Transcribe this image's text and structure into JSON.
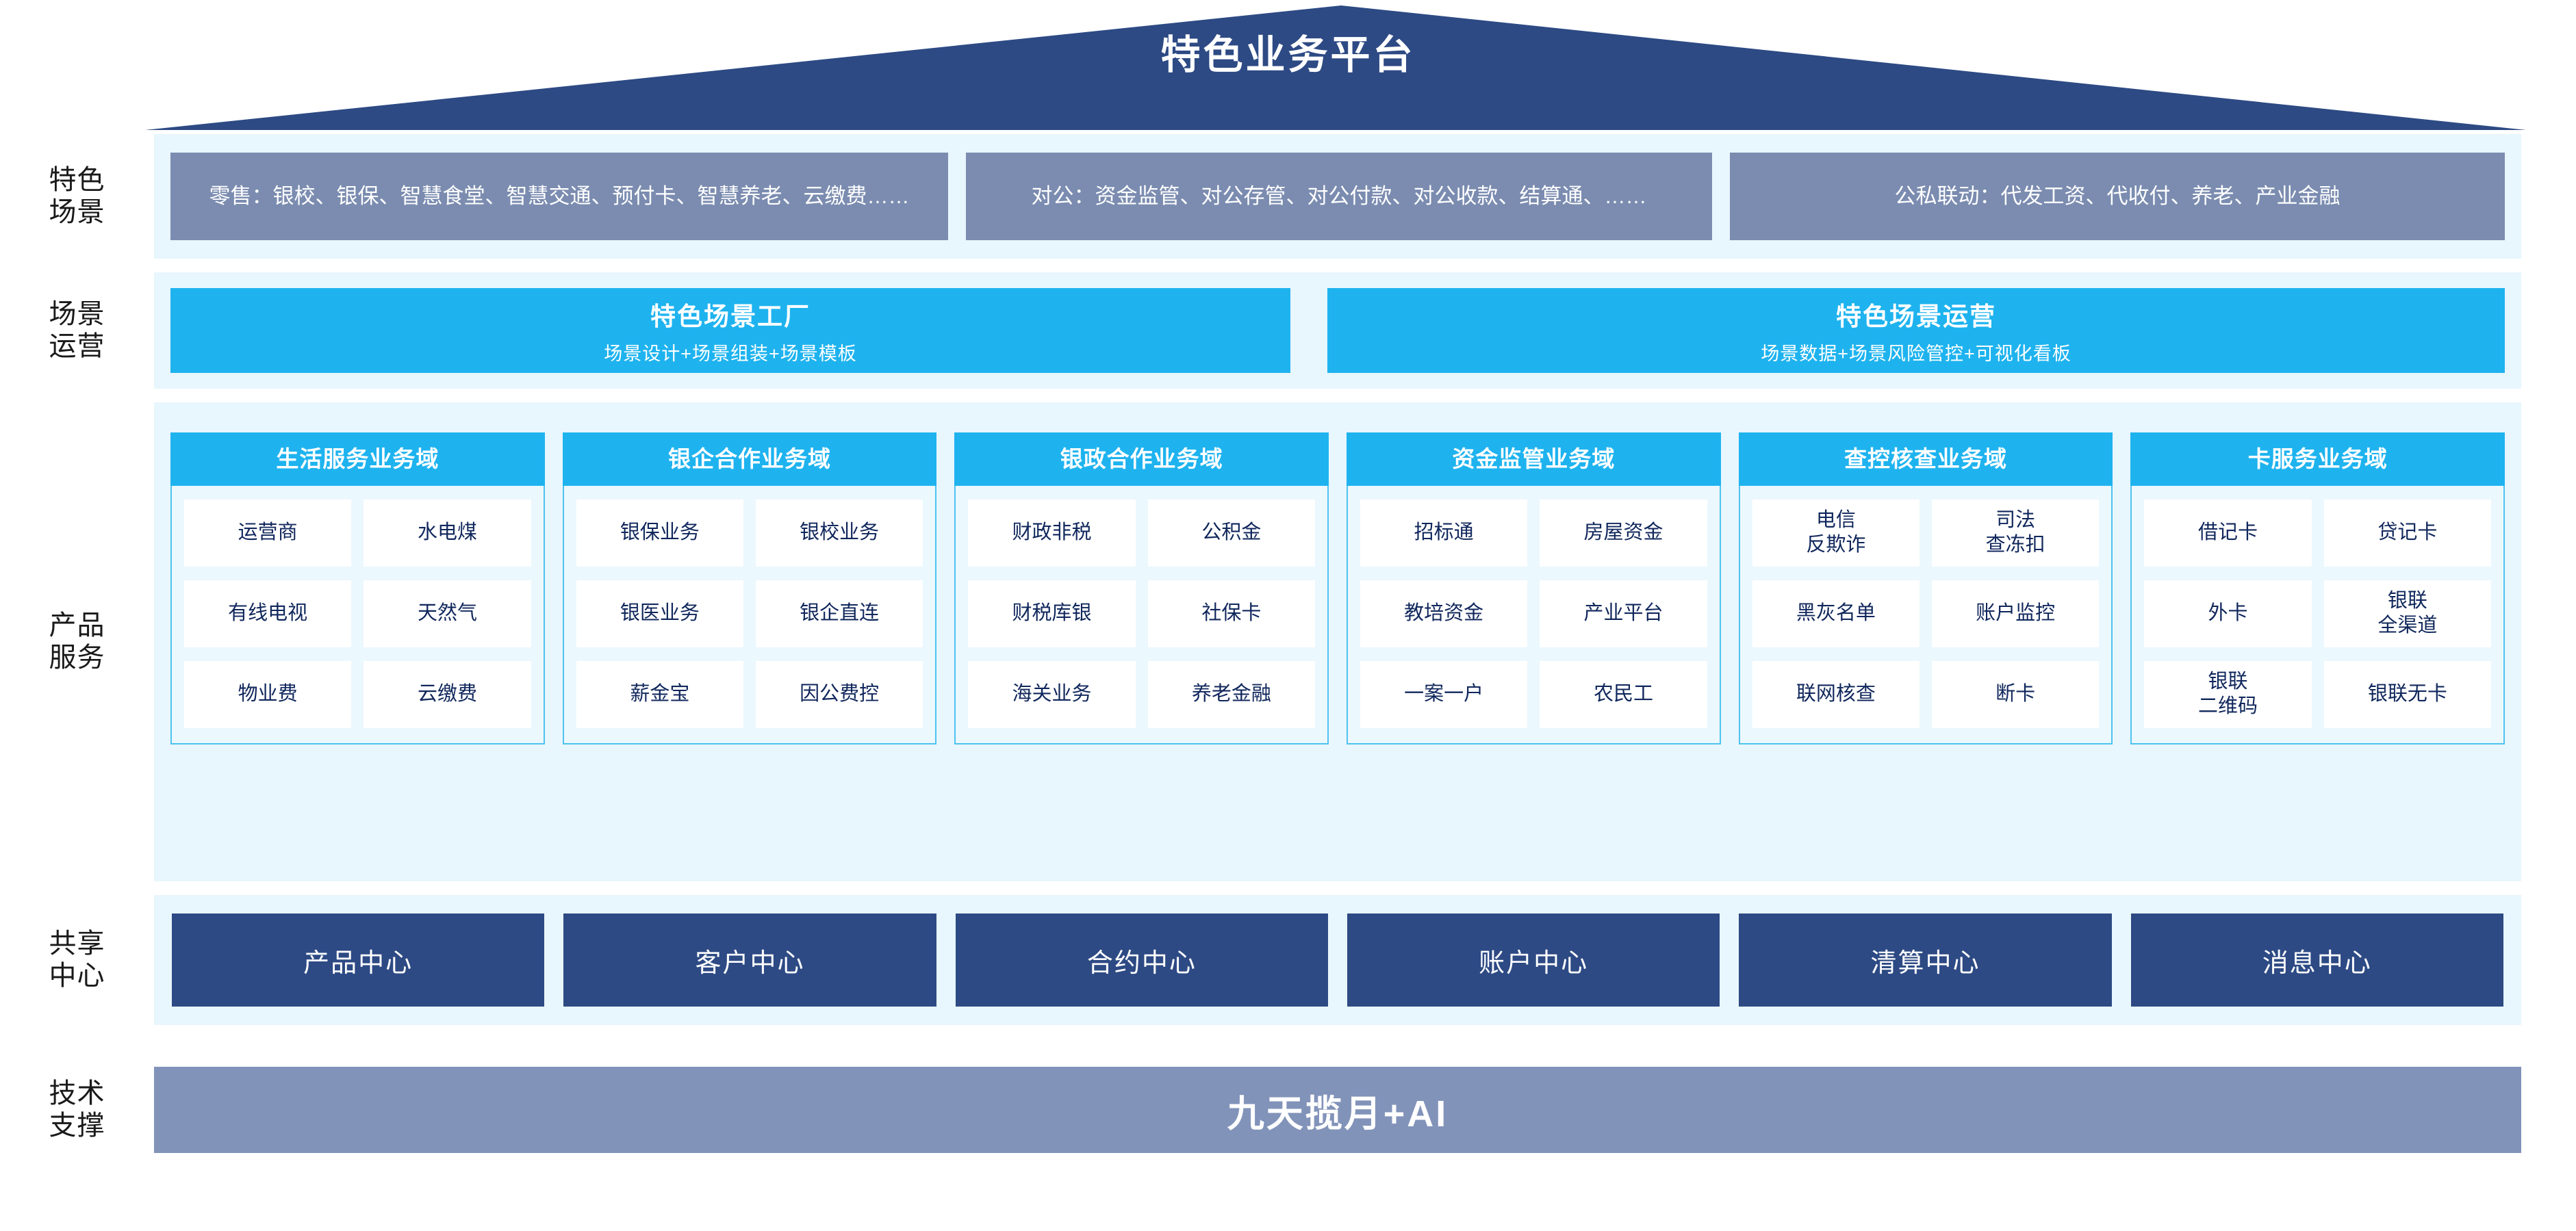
{
  "roof": {
    "title": "特色业务平台",
    "fill": "#2d4a84"
  },
  "colors": {
    "panel_bg": "#e8f6fd",
    "scene_card": "#7b8cb0",
    "cyan": "#1eb3ef",
    "navy": "#2d4a84",
    "tech_bar": "#8293ba",
    "cell_text": "#10275c"
  },
  "rows": {
    "scene": {
      "label_line1": "特色",
      "label_line2": "场景"
    },
    "ops": {
      "label_line1": "场景",
      "label_line2": "运营"
    },
    "product": {
      "label_line1": "产品",
      "label_line2": "服务"
    },
    "shared": {
      "label_line1": "共享",
      "label_line2": "中心"
    },
    "tech": {
      "label_line1": "技术",
      "label_line2": "支撑"
    }
  },
  "scene_cards": [
    {
      "text": "零售：银校、银保、智慧食堂、智慧交通、预付卡、智慧养老、云缴费……"
    },
    {
      "text": "对公：资金监管、对公存管、对公付款、对公收款、结算通、……"
    },
    {
      "text": "公私联动：代发工资、代收付、养老、产业金融"
    }
  ],
  "ops_cards": [
    {
      "title": "特色场景工厂",
      "sub": "场景设计+场景组装+场景模板"
    },
    {
      "title": "特色场景运营",
      "sub": "场景数据+场景风险管控+可视化看板"
    }
  ],
  "domains": [
    {
      "head": "生活服务业务域",
      "cells": [
        "运营商",
        "水电煤",
        "有线电视",
        "天然气",
        "物业费",
        "云缴费"
      ]
    },
    {
      "head": "银企合作业务域",
      "cells": [
        "银保业务",
        "银校业务",
        "银医业务",
        "银企直连",
        "薪金宝",
        "因公费控"
      ]
    },
    {
      "head": "银政合作业务域",
      "cells": [
        "财政非税",
        "公积金",
        "财税库银",
        "社保卡",
        "海关业务",
        "养老金融"
      ]
    },
    {
      "head": "资金监管业务域",
      "cells": [
        "招标通",
        "房屋资金",
        "教培资金",
        "产业平台",
        "一案一户",
        "农民工"
      ]
    },
    {
      "head": "查控核查业务域",
      "cells": [
        "电信\n反欺诈",
        "司法\n查冻扣",
        "黑灰名单",
        "账户监控",
        "联网核查",
        "断卡"
      ]
    },
    {
      "head": "卡服务业务域",
      "cells": [
        "借记卡",
        "贷记卡",
        "外卡",
        "银联\n全渠道",
        "银联\n二维码",
        "银联无卡"
      ]
    }
  ],
  "shared_centers": [
    "产品中心",
    "客户中心",
    "合约中心",
    "账户中心",
    "清算中心",
    "消息中心"
  ],
  "tech_support": {
    "text": "九天揽月+AI"
  }
}
